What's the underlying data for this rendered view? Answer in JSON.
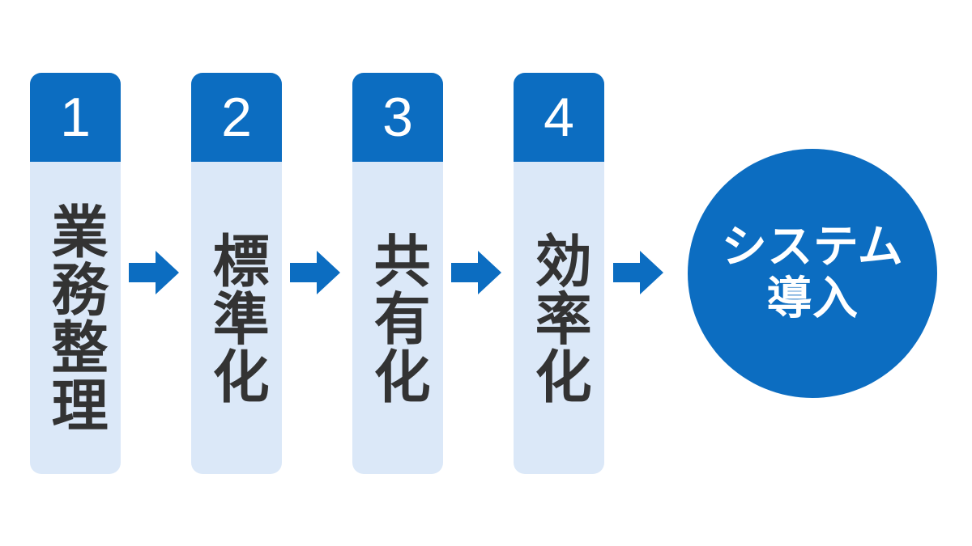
{
  "diagram": {
    "type": "process-flow",
    "background_color": "#ffffff",
    "accent_color": "#0c6dc1",
    "card_body_color": "#dbe8f8",
    "card_text_color": "#333333",
    "arrow_color": "#0c6dc1",
    "arrow_icon_name": "right-arrow-icon",
    "steps": [
      {
        "number": "1",
        "label": "業務整理"
      },
      {
        "number": "2",
        "label": "標準化"
      },
      {
        "number": "3",
        "label": "共有化"
      },
      {
        "number": "4",
        "label": "効率化"
      }
    ],
    "arrows": [
      {
        "label": "→"
      },
      {
        "label": "→"
      },
      {
        "label": "→"
      },
      {
        "label": "→"
      }
    ],
    "goal": {
      "line1": "システム",
      "line2": "導入"
    }
  }
}
